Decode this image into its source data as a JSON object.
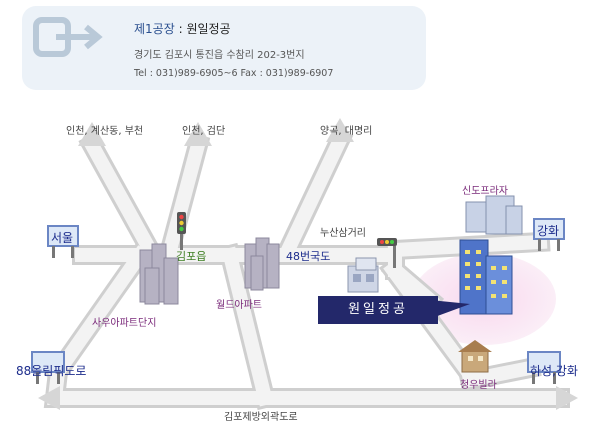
{
  "info": {
    "label": "제1공장",
    "separator": " : ",
    "name": "원일정공",
    "address": "경기도 김포시 통진읍 수참리 202-3번지",
    "tel": "Tel : 031)989-6905~6   Fax : 031)989-6907"
  },
  "map": {
    "top_labels": {
      "incheon_gyesan": "인천, 계산동, 부천",
      "incheon_geomdan": "인천, 검단",
      "yanggok": "양곡, 대명리"
    },
    "cities": {
      "seoul": "서울",
      "ganghwa": "강화",
      "olympic": "88올림픽도로",
      "haseong": "하성,강화"
    },
    "roads": {
      "national48": "48번국도",
      "bypass": "김포제방외곽도로"
    },
    "junctions": {
      "gimpo": "김포읍",
      "nusan": "누산삼거리"
    },
    "landmarks": {
      "sau": "사우아파트단지",
      "world": "월드아파트",
      "sindo": "신도프라자",
      "cheongwoo": "청우빌라"
    },
    "company_banner": "원일정공"
  }
}
